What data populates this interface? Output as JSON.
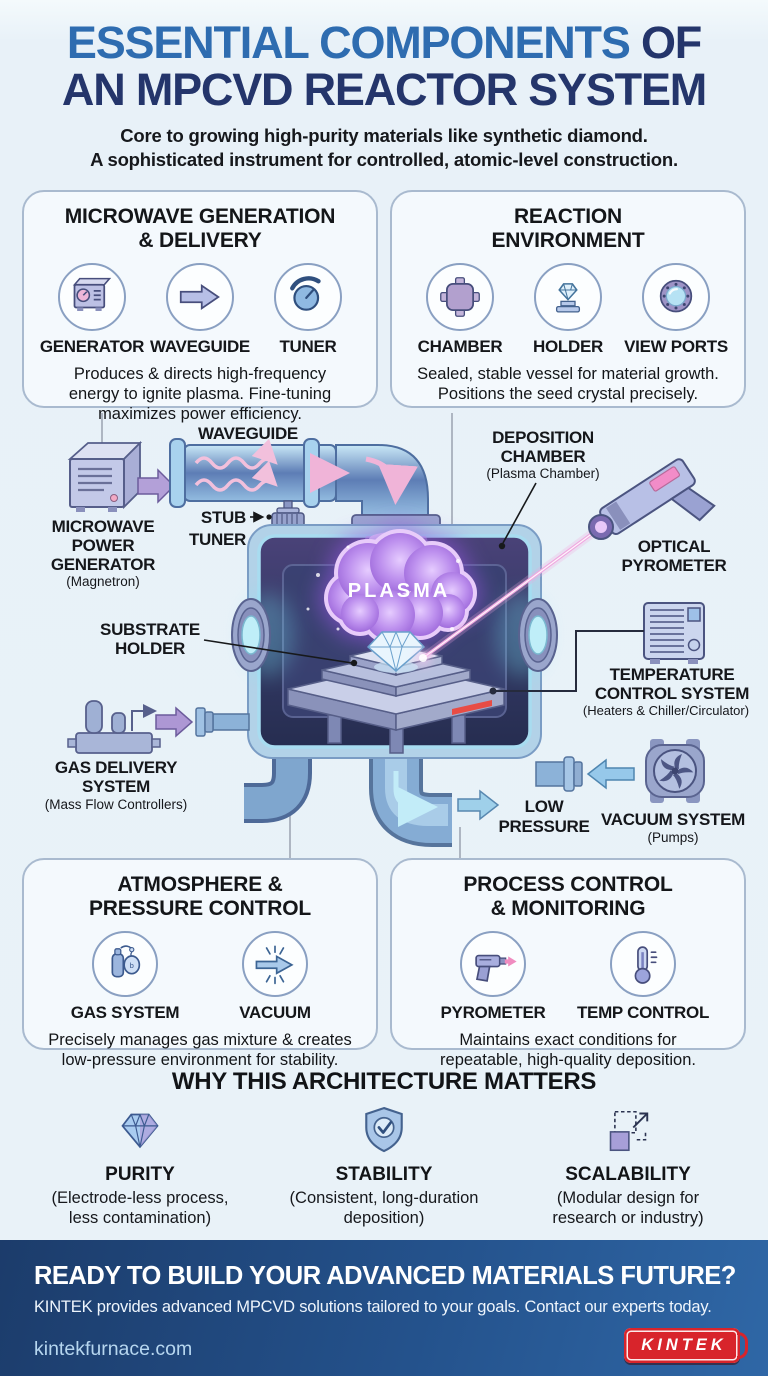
{
  "colors": {
    "accent_blue": "#2e6cb0",
    "navy": "#24356b",
    "plasma_purple": "#a878e4",
    "laser_pink": "#f0a8e0",
    "footer_start": "#1c3c6b",
    "footer_end": "#2f67a6",
    "logo_red": "#d8242b"
  },
  "header": {
    "title_blue": "ESSENTIAL COMPONENTS",
    "title_dark_suffix": " OF",
    "title_line2": "AN MPCVD REACTOR SYSTEM",
    "subtitle1": "Core to growing high-purity materials like synthetic diamond.",
    "subtitle2": "A sophisticated instrument for controlled, atomic-level construction."
  },
  "cards": [
    {
      "title1": "MICROWAVE GENERATION",
      "title2": "& DELIVERY",
      "items": [
        {
          "icon": "generator-icon",
          "label": "GENERATOR"
        },
        {
          "icon": "waveguide-icon",
          "label": "WAVEGUIDE"
        },
        {
          "icon": "tuner-icon",
          "label": "TUNER"
        }
      ],
      "desc1": "Produces & directs high-frequency",
      "desc2": "energy to ignite plasma. Fine-tuning",
      "desc3": "maximizes power efficiency."
    },
    {
      "title1": "REACTION",
      "title2": "ENVIRONMENT",
      "items": [
        {
          "icon": "chamber-icon",
          "label": "CHAMBER"
        },
        {
          "icon": "holder-icon",
          "label": "HOLDER"
        },
        {
          "icon": "viewports-icon",
          "label": "VIEW PORTS"
        }
      ],
      "desc1": "Sealed, stable vessel for material growth.",
      "desc2": "Positions the seed crystal precisely.",
      "desc3": ""
    },
    {
      "title1": "ATMOSPHERE &",
      "title2": "PRESSURE CONTROL",
      "items": [
        {
          "icon": "gas-system-icon",
          "label": "GAS SYSTEM"
        },
        {
          "icon": "vacuum-icon",
          "label": "VACUUM"
        }
      ],
      "desc1": "Precisely manages gas mixture & creates",
      "desc2": "low-pressure environment for stability.",
      "desc3": ""
    },
    {
      "title1": "PROCESS CONTROL",
      "title2": "& MONITORING",
      "items": [
        {
          "icon": "pyrometer-icon",
          "label": "PYROMETER"
        },
        {
          "icon": "temp-control-icon",
          "label": "TEMP CONTROL"
        }
      ],
      "desc1": "Maintains exact conditions for",
      "desc2": "repeatable, high-quality deposition.",
      "desc3": ""
    }
  ],
  "diagram": {
    "waveguide_label": "WAVEGUIDE",
    "stub_tuner": [
      "STUB",
      "TUNER"
    ],
    "generator": {
      "lines": [
        "MICROWAVE",
        "POWER",
        "GENERATOR"
      ],
      "sub": "(Magnetron)"
    },
    "deposition": {
      "lines": [
        "DEPOSITION",
        "CHAMBER"
      ],
      "sub": "(Plasma Chamber)"
    },
    "plasma": "PLASMA",
    "pyrometer": {
      "lines": [
        "OPTICAL",
        "PYROMETER"
      ]
    },
    "temp_control": {
      "lines": [
        "TEMPERATURE",
        "CONTROL SYSTEM"
      ],
      "sub": "(Heaters & Chiller/Circulator)"
    },
    "substrate": {
      "lines": [
        "SUBSTRATE",
        "HOLDER"
      ]
    },
    "gas": {
      "lines": [
        "GAS DELIVERY",
        "SYSTEM"
      ],
      "sub": "(Mass Flow Controllers)"
    },
    "low_pressure": [
      "LOW",
      "PRESSURE"
    ],
    "vacuum": {
      "label": "VACUUM SYSTEM",
      "sub": "(Pumps)"
    }
  },
  "why": {
    "title": "WHY THIS ARCHITECTURE MATTERS",
    "items": [
      {
        "icon": "diamond-icon",
        "label": "PURITY",
        "desc": [
          "(Electrode-less process,",
          "less contamination)"
        ]
      },
      {
        "icon": "shield-icon",
        "label": "STABILITY",
        "desc": [
          "(Consistent, long-duration",
          "deposition)"
        ]
      },
      {
        "icon": "scalability-icon",
        "label": "SCALABILITY",
        "desc": [
          "(Modular design for",
          "research or industry)"
        ]
      }
    ]
  },
  "footer": {
    "headline": "READY TO BUILD YOUR ADVANCED MATERIALS FUTURE?",
    "sub": "KINTEK provides advanced MPCVD solutions tailored to your goals. Contact our experts today.",
    "url": "kintekfurnace.com",
    "logo": "KINTEK"
  }
}
